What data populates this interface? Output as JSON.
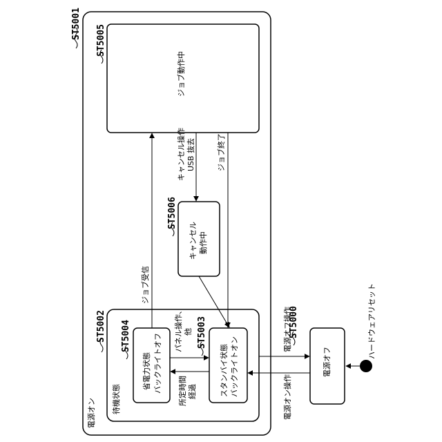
{
  "ids": {
    "power_on": "ST5001",
    "standby_group": "ST5002",
    "standby": "ST5003",
    "power_save": "ST5004",
    "job_running": "ST5005",
    "canceling": "ST5006",
    "power_off": "ST5000"
  },
  "states": {
    "power_on": "電源オン",
    "standby_group": "待機状態",
    "power_save_line1": "省電力状態",
    "power_save_line2": "バックライトオフ",
    "standby_line1": "スタンバイ状態",
    "standby_line2": "バックライトオン",
    "job_running": "ジョブ動作中",
    "canceling_line1": "キャンセル",
    "canceling_line2": "動作中",
    "power_off": "電源オフ"
  },
  "transitions": {
    "job_received": "ジョブ受信",
    "cancel_line1": "キャンセル操作",
    "cancel_line2": "USB 抜去",
    "job_end": "ジョブ終了",
    "panel_line1": "パネル操作、",
    "panel_line2": "他",
    "timeout_line1": "所定時間",
    "timeout_line2": "経過",
    "power_off_op": "電源オフ操作",
    "power_on_op": "電源オン操作",
    "hw_reset": "ハードウェアリセット"
  }
}
